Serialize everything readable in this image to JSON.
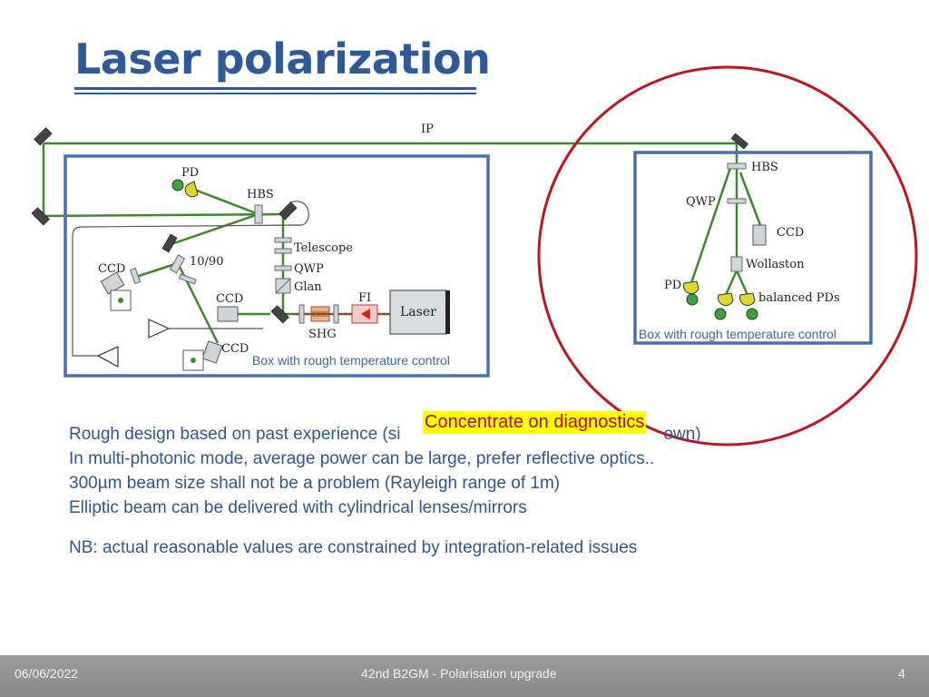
{
  "slide": {
    "title": "Laser polarization",
    "bullets": [
      "Rough design based on past experience (si",
      "own)",
      "In multi-photonic mode, average power can be large, prefer reflective optics..",
      "300µm beam size shall not be a problem (Rayleigh range of 1m)",
      "Elliptic beam can be delivered with cylindrical lenses/mirrors"
    ],
    "nb": "NB: actual reasonable values are constrained by integration-related issues",
    "highlight": "Concentrate on diagnostics"
  },
  "diagram": {
    "ip_label": "IP",
    "left_box": {
      "caption": "Box with rough temperature control",
      "labels": {
        "pd": "PD",
        "hbs": "HBS",
        "telescope": "Telescope",
        "ratio": "10/90",
        "ccd_top": "CCD",
        "qwp": "QWP",
        "glan": "Glan",
        "ccd_mid": "CCD",
        "fi": "FI",
        "laser": "Laser",
        "shg": "SHG",
        "ccd_bottom": "CCD"
      }
    },
    "right_box": {
      "caption": "Box with rough temperature control",
      "labels": {
        "hbs": "HBS",
        "qwp": "QWP",
        "ccd": "CCD",
        "wollaston": "Wollaston",
        "pd": "PD",
        "balanced_pds": "balanced PDs"
      }
    }
  },
  "footer": {
    "date": "06/06/2022",
    "event": "42nd B2GM - Polarisation upgrade",
    "page": "4"
  },
  "colors": {
    "title": "#2e5a9a",
    "box_border": "#4a6fb0",
    "beam": "#3a8a2a",
    "circle": "#c0141c",
    "highlight_bg": "#ffff00",
    "highlight_text": "#c00000"
  }
}
